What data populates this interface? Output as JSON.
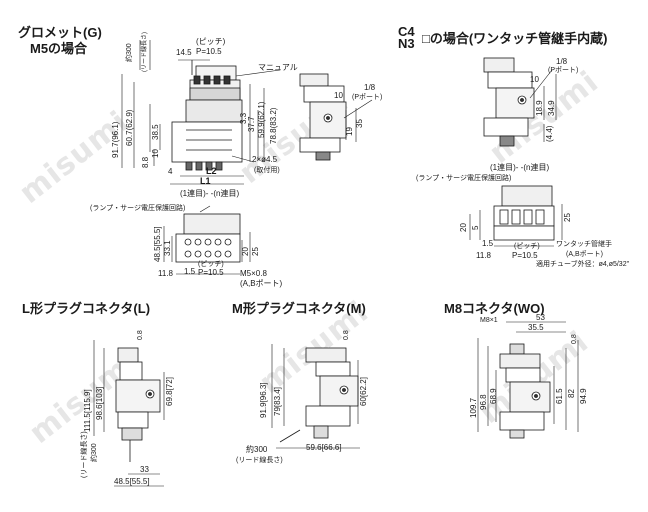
{
  "panels": {
    "grommet": {
      "title_line1": "グロメット(G)",
      "title_line2": "M5の場合",
      "labels": {
        "lead_len": "約300",
        "lead_len_note": "(リード線長さ)",
        "pitch": "(ピッチ)",
        "pitch_val": "P=10.5",
        "w145": "14.5",
        "manual": "マニュアル",
        "d961": "91.7(96.1)",
        "d607": "60.7(62.9)",
        "d385": "38.5",
        "d10": "10",
        "d88": "8.8",
        "d621": "59.9(62.1)",
        "d783": "78.8(83.2)",
        "d377": "37.7",
        "d33": "3.3",
        "hole": "2×ø4.5",
        "mounting": "(取付用)",
        "d4": "4",
        "l2": "L2",
        "l1": "L1",
        "d18": "1/8",
        "pport": "(Pポート)",
        "side10": "10",
        "d19": "19",
        "d35": "35",
        "stations": "(1連目)- -(n連目)"
      }
    },
    "grommet_bottom": {
      "surge": "(ランプ・サージ電圧保護回路)",
      "d555": "48.5[55.5]",
      "d331": "33.1",
      "d20": "20",
      "d25": "25",
      "d118": "11.8",
      "d15": "1.5",
      "pitch": "(ピッチ)",
      "pitch_val": "P=10.5",
      "m5": "M5×0.8",
      "ab_port": "(A,Bポート)"
    },
    "c4n3": {
      "title_a": "C4",
      "title_b": "N3",
      "title_rest": "□の場合(ワンタッチ管継手内蔵)",
      "d18": "1/8",
      "pport": "(Pポート)",
      "d10": "10",
      "d189": "18.9",
      "d349": "34.9",
      "d44": "(4.4)",
      "stations": "(1連目)- -(n連目)",
      "surge": "(ランプ・サージ電圧保護回路)",
      "d5": "5",
      "d20": "20",
      "d25": "25",
      "d15": "1.5",
      "d118": "11.8",
      "pitch": "(ピッチ)",
      "pitch_val": "P=10.5",
      "fitting": "ワンタッチ管継手",
      "ab_port": "(A,Bポート)",
      "tube": "適用チューブ外径：ø4,ø5/32\""
    },
    "l_plug": {
      "title": "L形プラグコネクタ(L)",
      "d08": "0.8",
      "d1159": "111.5[115.9]",
      "d1031": "98.6[103]",
      "d698": "69.8[72]",
      "lead_note": "(リード線長さ)",
      "lead_len": "約300",
      "d33": "33",
      "d555": "48.5[55.5]"
    },
    "m_plug": {
      "title": "M形プラグコネクタ(M)",
      "d08": "0.8",
      "d963": "91.9[96.3]",
      "d834": "79[83.4]",
      "d622": "60[62.2]",
      "lead_len": "約300",
      "lead_note": "(リード線長さ)",
      "d666": "59.6[66.6]"
    },
    "m8": {
      "title": "M8コネクタ(WO)",
      "m8x1": "M8×1",
      "d53": "53",
      "d355": "35.5",
      "d08": "0.8",
      "d1097": "109.7",
      "d968": "96.8",
      "d689": "68.9",
      "d615": "61.5",
      "d82": "82",
      "d949": "94.9"
    }
  },
  "watermark": "misumi"
}
